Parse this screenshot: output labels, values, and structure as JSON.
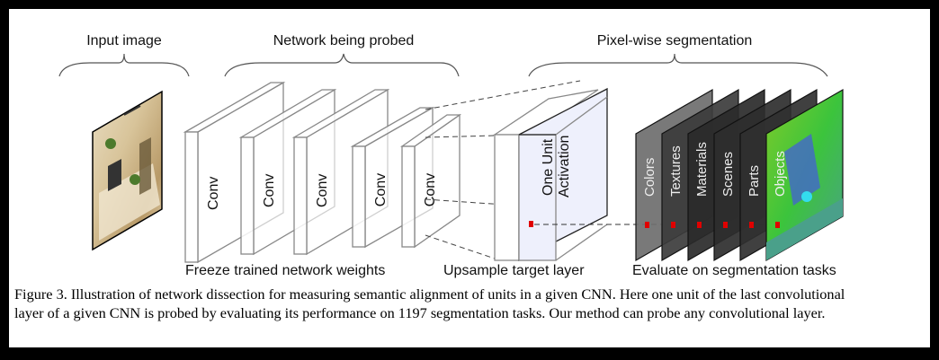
{
  "figure": {
    "section_titles": {
      "input": "Input image",
      "network": "Network being probed",
      "segmentation": "Pixel-wise segmentation"
    },
    "stage_labels": {
      "freeze": "Freeze trained network weights",
      "upsample": "Upsample target layer",
      "evaluate": "Evaluate on segmentation tasks"
    },
    "conv_layers": [
      "Conv",
      "Conv",
      "Conv",
      "Conv",
      "Conv"
    ],
    "target_layer": {
      "label_line1": "One Unit",
      "label_line2": "Activation"
    },
    "segmentation_tasks": [
      "Colors",
      "Textures",
      "Materials",
      "Scenes",
      "Parts",
      "Objects"
    ],
    "colors": {
      "unit_marker": "#e00000",
      "activation_fill": "#eef0fc",
      "task_gray": "#6e6e6e",
      "task_dark": "#2a2a2a",
      "objects_green": "#3cc43c"
    }
  },
  "caption": {
    "line1": "Figure 3. Illustration of network dissection for measuring semantic alignment of units in a given CNN. Here one unit of the last convolutional",
    "line2": "layer of a given CNN is probed by evaluating its performance on 1197 segmentation tasks. Our method can probe any convolutional layer."
  }
}
